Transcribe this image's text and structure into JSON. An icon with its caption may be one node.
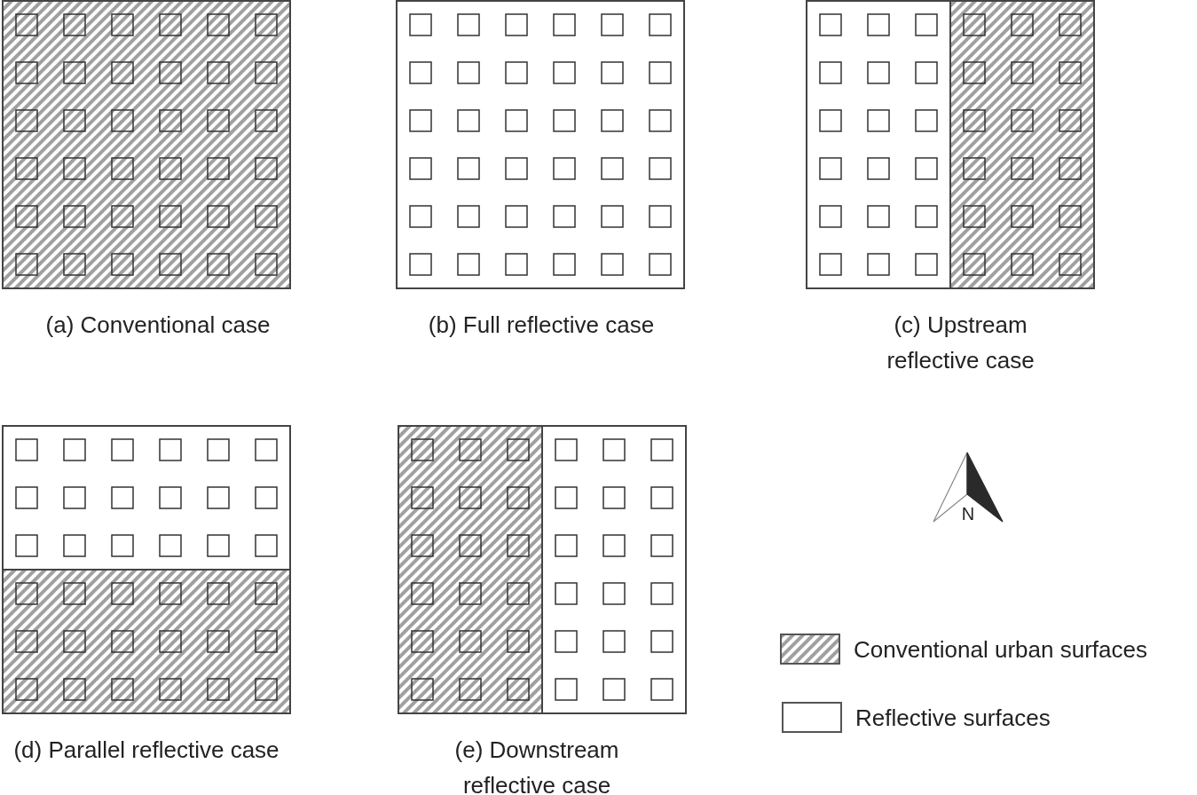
{
  "diagram": {
    "labels": [
      "(a) Conventional case",
      "(b) Full reflective case",
      "(c) Upstream reflective case",
      "(d) Parallel reflective case",
      "(e) Downstream reflective case",
      "N"
    ],
    "legend": [
      {
        "text": "Conventional urban surfaces"
      },
      {
        "text": "Reflective surfaces"
      }
    ]
  }
}
